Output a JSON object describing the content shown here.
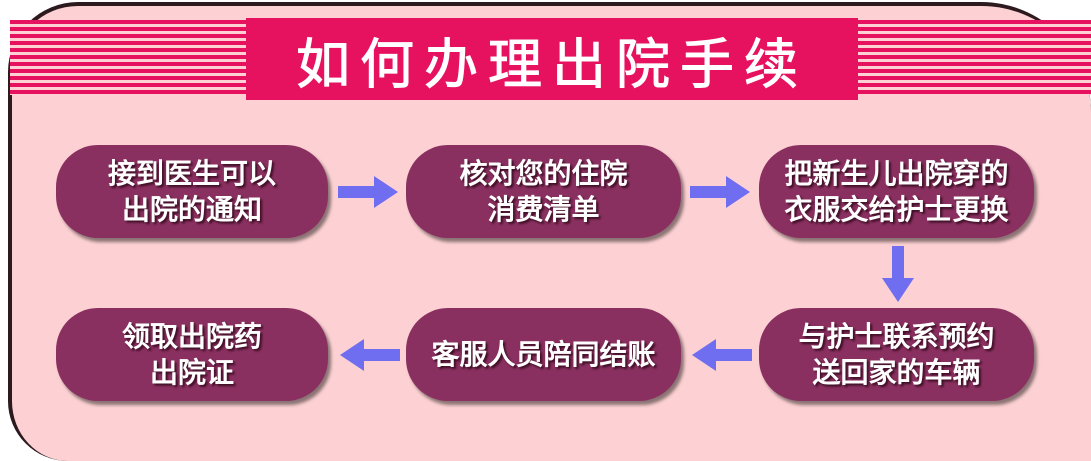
{
  "title": "如何办理出院手续",
  "steps": [
    {
      "line1": "接到医生可以",
      "line2": "出院的通知"
    },
    {
      "line1": "核对您的住院",
      "line2": "消费清单"
    },
    {
      "line1": "把新生儿出院穿的",
      "line2": "衣服交给护士更换"
    },
    {
      "line1": "与护士联系预约",
      "line2": "送回家的车辆"
    },
    {
      "line1": "客服人员陪同结账",
      "line2": ""
    },
    {
      "line1": "领取出院药",
      "line2": "出院证"
    }
  ],
  "colors": {
    "title_bar": "#e6125f",
    "panel": "#fdd1d3",
    "step_box": "#8a3060",
    "arrow": "#6f6ef0"
  }
}
